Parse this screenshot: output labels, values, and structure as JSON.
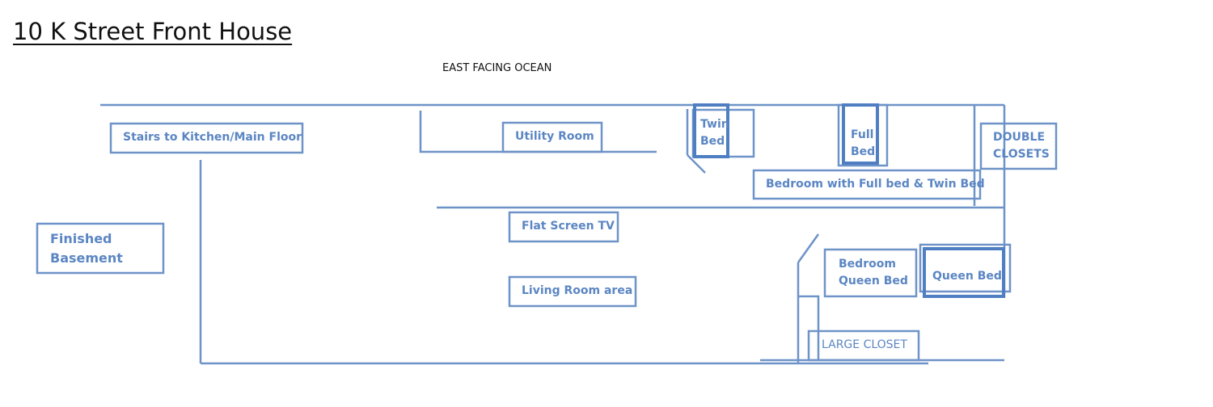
{
  "title": "10 K Street Front House",
  "orientation": "EAST FACING OCEAN",
  "rooms": {
    "stairs": "Stairs to Kitchen/Main Floor",
    "basement_line1": "Finished",
    "basement_line2": "Basement",
    "utility": "Utility Room",
    "twin_line1": "Twin",
    "twin_line2": "Bed",
    "full_line1": "Full",
    "full_line2": "Bed",
    "closets_line1": "DOUBLE",
    "closets_line2": "CLOSETS",
    "bedroom_full_twin": "Bedroom with Full bed & Twin Bed",
    "tv": "Flat Screen TV",
    "living": "Living Room area",
    "bedroom_queen_line1": "Bedroom",
    "bedroom_queen_line2": "Queen Bed",
    "queen_bed": "Queen Bed",
    "large_closet": "LARGE CLOSET"
  }
}
